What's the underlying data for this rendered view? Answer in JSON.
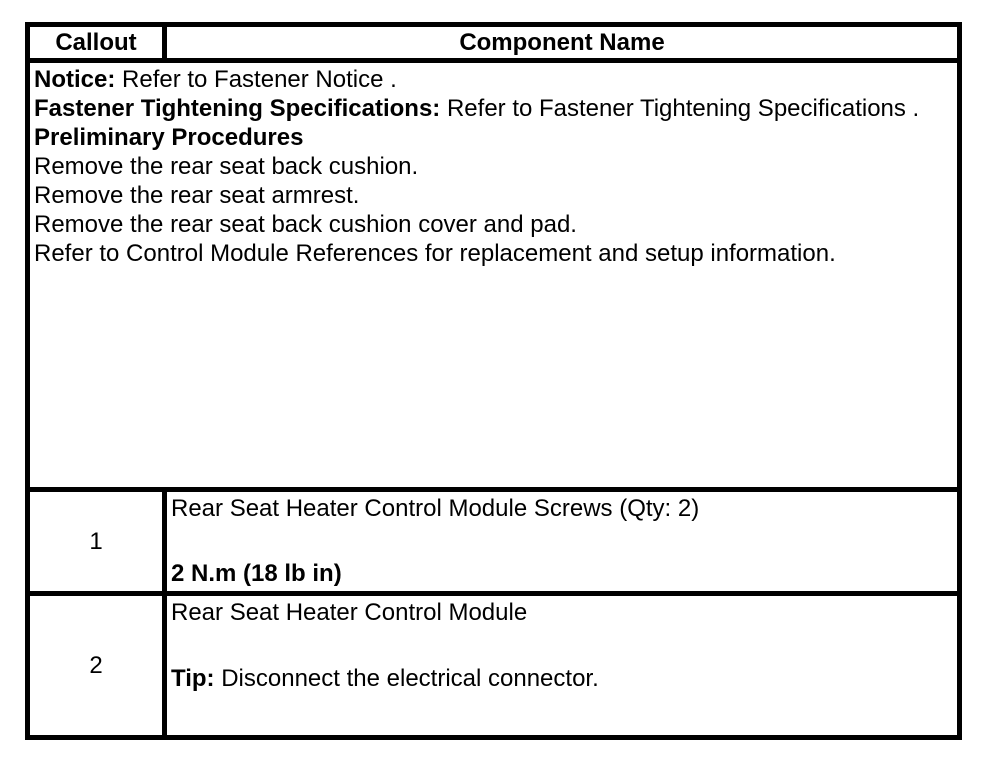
{
  "table": {
    "header": {
      "callout": "Callout",
      "component": "Component Name"
    },
    "notes": {
      "notice_label": "Notice:",
      "notice_text": " Refer to Fastener Notice .",
      "fastener_label": "Fastener Tightening Specifications:",
      "fastener_text": " Refer to Fastener Tightening Specifications .",
      "preliminary_title": "Preliminary Procedures",
      "steps": [
        "Remove the rear seat back cushion.",
        "Remove the rear seat armrest.",
        "Remove the rear seat back cushion cover and pad."
      ],
      "reference_text": "Refer to Control Module References for replacement and setup information."
    },
    "rows": [
      {
        "callout": "1",
        "name": "Rear Seat Heater Control Module Screws (Qty: 2)",
        "spec": "2 N.m (18 lb in)"
      },
      {
        "callout": "2",
        "name": "Rear Seat Heater Control Module",
        "tip_label": "Tip:",
        "tip_text": " Disconnect the electrical connector."
      }
    ]
  },
  "colors": {
    "border": "#000000",
    "text": "#000000",
    "background": "#ffffff"
  }
}
